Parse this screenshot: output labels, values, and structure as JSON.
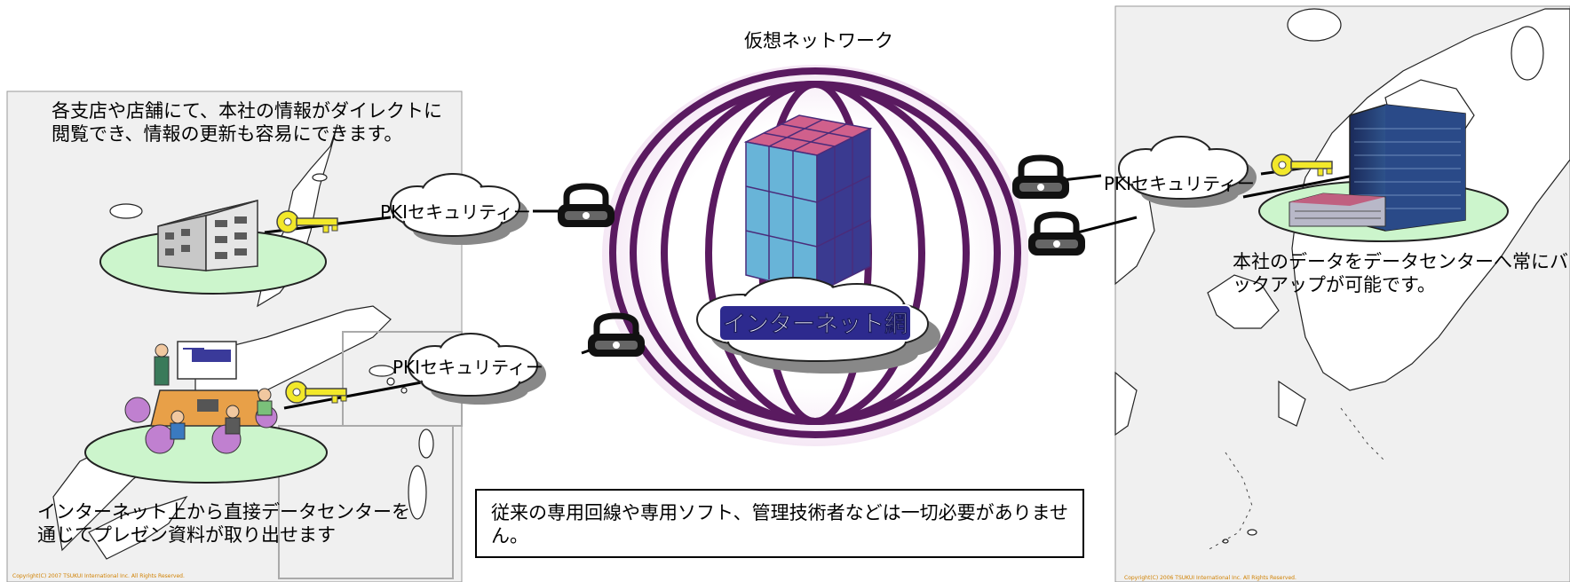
{
  "labels": {
    "virtual_network": "仮想ネットワーク",
    "internet": "インターネット網",
    "pki_1": "PKIセキュリティー",
    "pki_2": "PKIセキュリティー",
    "pki_3": "PKIセキュリティー",
    "branch_text": "各支店や店舗にて、本社の情報がダイレクトに閲覧でき、情報の更新も容易にできます。",
    "presentation_text": "インターネット上から直接データセンターを通じてプレゼン資料が取り出せます",
    "hq_text": "本社のデータをデータセンターへ常にバックアップが可能です。",
    "note_text": "従来の専用回線や専用ソフト、管理技術者などは一切必要がありません。",
    "copyright_left": "Copyright(C) 2007 TSUKUI International Inc. All Rights Reserved.",
    "copyright_right": "Copyright(C) 2006 TSUKUI International Inc. All Rights Reserved."
  },
  "icons": [
    "map-icon",
    "building-icon",
    "meeting-icon",
    "data-center-icon",
    "key-icon",
    "padlock-icon",
    "cloud-icon",
    "server-cubes-icon",
    "network-globe-icon"
  ],
  "colors": {
    "globe_ring": "#5a1a60",
    "internet_label_bg": "#2d2a8e",
    "ellipse_fill": "#ccf5cc",
    "key": "#f2e82a",
    "cube_top": "#d0608c",
    "cube_side": "#68b4d8",
    "map_bg": "#f0f0f0"
  }
}
